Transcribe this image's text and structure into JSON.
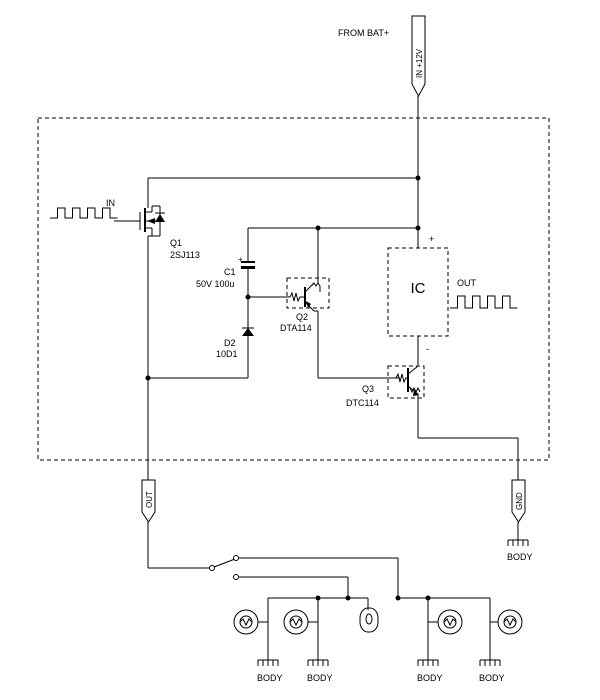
{
  "source_label": "FROM BAT+",
  "terminals": {
    "in_12v": "IN +12V",
    "out": "OUT",
    "gnd": "GND"
  },
  "signals": {
    "input_label": "IN",
    "output_label": "OUT",
    "input_wave": [
      0,
      1,
      0,
      1,
      0,
      1,
      0,
      1,
      0
    ],
    "output_wave": [
      0,
      1,
      0,
      1,
      0,
      1,
      0,
      1,
      0
    ]
  },
  "components": {
    "q1": {
      "ref": "Q1",
      "part": "2SJ113"
    },
    "c1": {
      "ref": "C1",
      "value": "50V 100u",
      "polarity": "+"
    },
    "d2": {
      "ref": "D2",
      "part": "10D1"
    },
    "q2": {
      "ref": "Q2",
      "part": "DTA114"
    },
    "q3": {
      "ref": "Q3",
      "part": "DTC114"
    },
    "ic": {
      "ref": "IC",
      "plus": "+",
      "minus": "-"
    }
  },
  "ground_labels": {
    "gnd_body": "BODY",
    "lamp_body_1": "BODY",
    "lamp_body_2": "BODY",
    "lamp_body_3": "BODY",
    "lamp_body_4": "BODY"
  }
}
